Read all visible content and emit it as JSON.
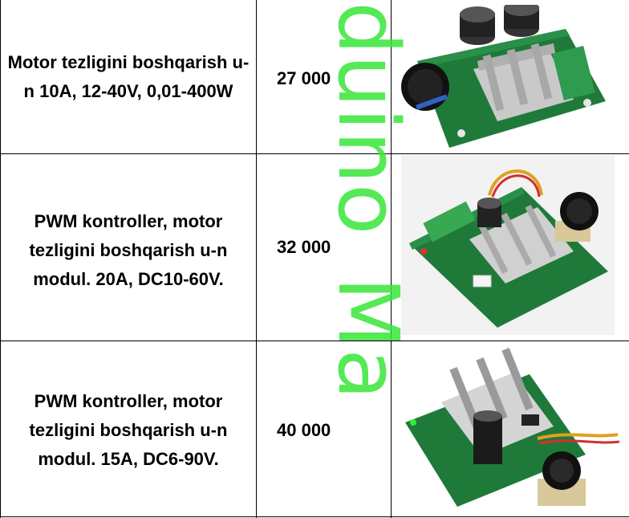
{
  "watermark": {
    "text": "duino_Ma",
    "color": "#39e639"
  },
  "rows": [
    {
      "title": "Motor tezligini boshqarish u-n 10A, 12-40V, 0,01-400W",
      "price": "27 000",
      "image": "pwm-motor-speed-controller-10a-board"
    },
    {
      "title": "PWM kontroller, motor tezligini boshqarish u-n modul. 20A, DC10-60V.",
      "price": "32 000",
      "image": "pwm-controller-20a-board"
    },
    {
      "title": "PWM kontroller, motor tezligini boshqarish u-n modul. 15A, DC6-90V.",
      "price": "40 000",
      "image": "pwm-controller-15a-board"
    }
  ]
}
